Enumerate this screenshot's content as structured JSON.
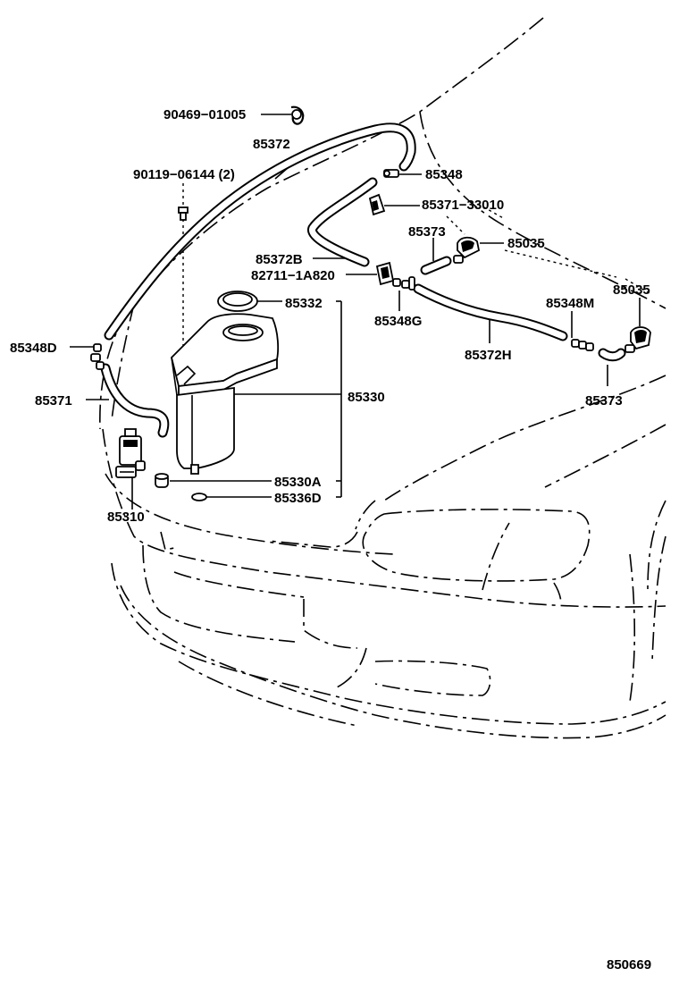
{
  "diagram": {
    "figure_number": "850669",
    "part_labels": {
      "p90469": "90469−01005",
      "p85372": "85372",
      "p90119": "90119−06144 (2)",
      "p85348": "85348",
      "p85371_33010": "85371−33010",
      "p85373_top": "85373",
      "p85035_top": "85035",
      "p85372B": "85372B",
      "p82711": "82711−1A820",
      "p85035_right": "85035",
      "p85332": "85332",
      "p85348G": "85348G",
      "p85348M": "85348M",
      "p85348D": "85348D",
      "p85372H": "85372H",
      "p85330": "85330",
      "p85371": "85371",
      "p85373_bottom": "85373",
      "p85330A": "85330A",
      "p85336D": "85336D",
      "p85310": "85310"
    }
  }
}
